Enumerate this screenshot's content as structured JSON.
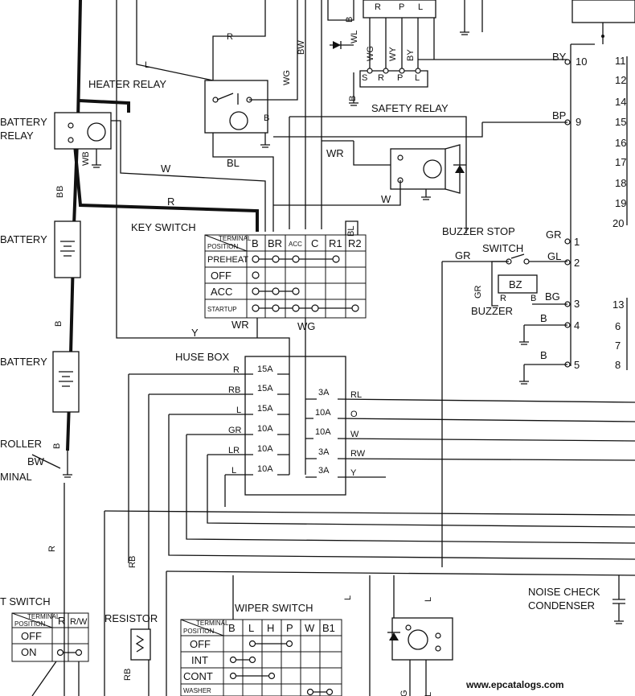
{
  "components": {
    "heater_relay": "HEATER RELAY",
    "battery_relay": [
      "BATTERY",
      "RELAY"
    ],
    "battery_1": "BATTERY",
    "battery_2": "BATTERY",
    "controller": [
      "ROLLER",
      "MINAL"
    ],
    "safety_relay": "SAFETY RELAY",
    "key_switch": "KEY SWITCH",
    "fuse_box": "HUSE BOX",
    "buzzer_stop": [
      "BUZZER STOP",
      "SWITCH"
    ],
    "buzzer": "BUZZER",
    "bz": "BZ",
    "resistor": "RESISTOR",
    "light_switch": "T SWITCH",
    "wiper_switch": "WIPER SWITCH",
    "noise_condenser": [
      "NOISE CHECK",
      "CONDENSER"
    ]
  },
  "key_switch_table": {
    "header_top": "TERMINAL",
    "header_bottom": "POSITION",
    "columns": [
      "B",
      "BR",
      "ACC",
      "C",
      "R1",
      "R2"
    ],
    "rows": [
      "PREHEAT",
      "OFF",
      "ACC",
      "STARTUP"
    ]
  },
  "wiper_table": {
    "header_top": "TERMINAL",
    "header_bottom": "POSITION",
    "columns": [
      "B",
      "L",
      "H",
      "P",
      "W",
      "B1"
    ],
    "rows": [
      "OFF",
      "INT",
      "CONT",
      "WASHER"
    ]
  },
  "light_table": {
    "header_top": "TERMINAL",
    "header_bottom": "POSITION",
    "columns": [
      "R",
      "R/W"
    ],
    "rows": [
      "OFF",
      "ON"
    ]
  },
  "fuses": {
    "left": [
      {
        "wire": "R",
        "rating": "15A"
      },
      {
        "wire": "RB",
        "rating": "15A"
      },
      {
        "wire": "L",
        "rating": "15A"
      },
      {
        "wire": "GR",
        "rating": "10A"
      },
      {
        "wire": "LR",
        "rating": "10A"
      },
      {
        "wire": "L",
        "rating": "10A"
      }
    ],
    "right": [
      {
        "rating": "3A",
        "wire": "RL"
      },
      {
        "rating": "10A",
        "wire": "O"
      },
      {
        "rating": "10A",
        "wire": "W"
      },
      {
        "rating": "3A",
        "wire": "RW"
      },
      {
        "rating": "3A",
        "wire": "Y"
      }
    ]
  },
  "connector_left": [
    {
      "wire": "BY",
      "pin": "10"
    },
    {
      "wire": "BP",
      "pin": "9"
    },
    {
      "wire": "GR",
      "pin": "1"
    },
    {
      "wire": "GL",
      "pin": "2"
    },
    {
      "wire": "BG",
      "pin": "3"
    },
    {
      "wire": "B",
      "pin": "4"
    },
    {
      "wire": "B",
      "pin": "5"
    }
  ],
  "connector_right_pins": [
    "11",
    "12",
    "14",
    "15",
    "16",
    "17",
    "18",
    "19",
    "20",
    "13",
    "6",
    "7",
    "8"
  ],
  "safety_relay_pins": [
    "S",
    "R",
    "P",
    "L"
  ],
  "safety_relay_top": [
    "R",
    "P",
    "L"
  ],
  "wire_labels": {
    "r": "R",
    "l": "L",
    "b": "B",
    "w": "W",
    "bl": "BL",
    "wr": "WR",
    "wg": "WG",
    "bw": "BW",
    "wl": "WL",
    "y": "Y",
    "wb": "WB",
    "gr": "GR",
    "rb": "RB",
    "wy": "WY",
    "by": "BY",
    "bp": "BP",
    "g": "G",
    "bl2": "BL"
  },
  "watermark": "www.epcatalogs.com"
}
